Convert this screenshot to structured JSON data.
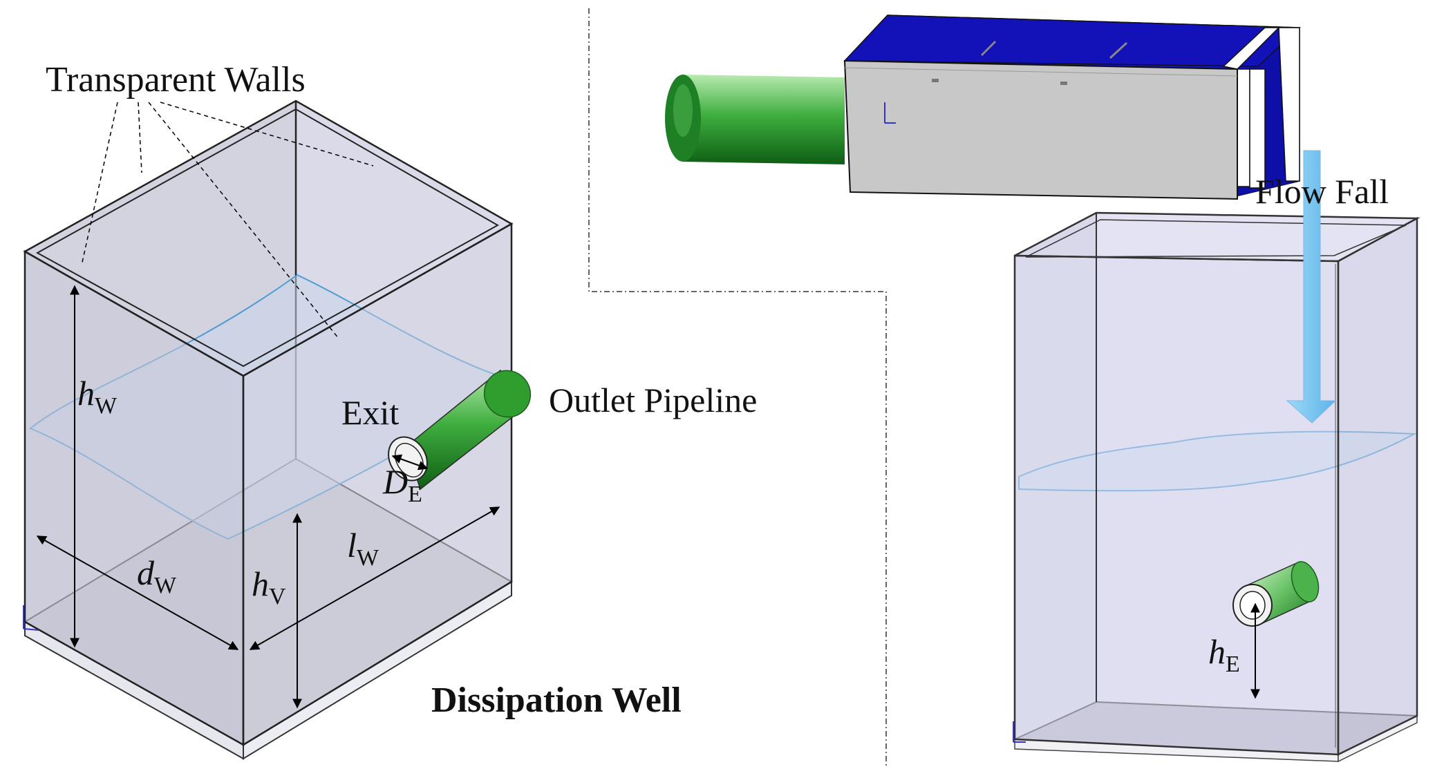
{
  "labels": {
    "transparent_walls": "Transparent Walls",
    "outlet_pipeline": "Outlet Pipeline",
    "exit": "Exit",
    "dissipation_well": "Dissipation Well",
    "flow_fall": "Flow Fall"
  },
  "dimensions": {
    "h_w": {
      "main": "h",
      "sub": "W"
    },
    "d_w": {
      "main": "d",
      "sub": "W"
    },
    "l_w": {
      "main": "l",
      "sub": "W"
    },
    "h_v": {
      "main": "h",
      "sub": "V"
    },
    "d_e": {
      "main": "D",
      "sub": "E"
    },
    "h_e": {
      "main": "h",
      "sub": "E"
    }
  },
  "colors": {
    "wall_fill": "#d9d9e6",
    "wall_stroke": "#333333",
    "water_line": "#4f9bd1",
    "pipe_green": "#2f9e2f",
    "channel_blue": "#1414c8",
    "channel_gray": "#c8c8c8",
    "flow_arrow": "#7cc7f0"
  }
}
